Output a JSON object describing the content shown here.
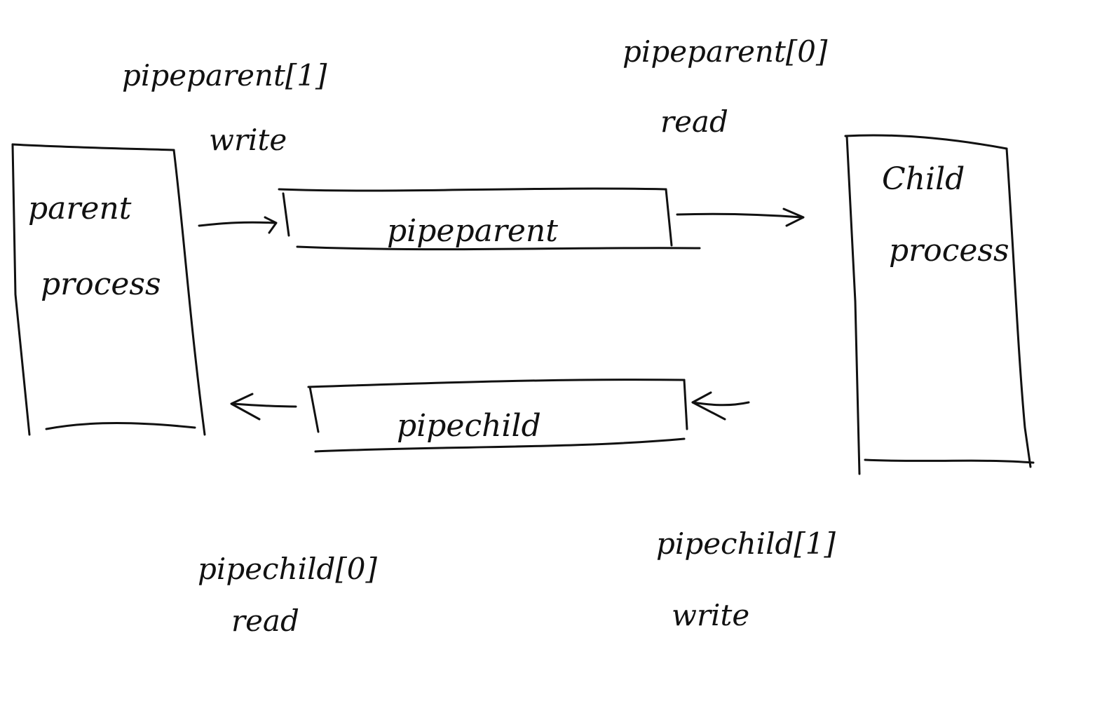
{
  "labels": {
    "parent_box_line1": "parent",
    "parent_box_line2": "process",
    "child_box_line1": "Child",
    "child_box_line2": "process",
    "pipe_top": "pipeparent",
    "pipe_bottom": "pipechild",
    "pipeparent_write_end": "pipeparent[1]",
    "pipeparent_write_mode": "write",
    "pipeparent_read_end": "pipeparent[0]",
    "pipeparent_read_mode": "read",
    "pipechild_read_end": "pipechild[0]",
    "pipechild_read_mode": "read",
    "pipechild_write_end": "pipechild[1]",
    "pipechild_write_mode": "write"
  },
  "colors": {
    "ink": "#111111",
    "background": "#ffffff"
  }
}
